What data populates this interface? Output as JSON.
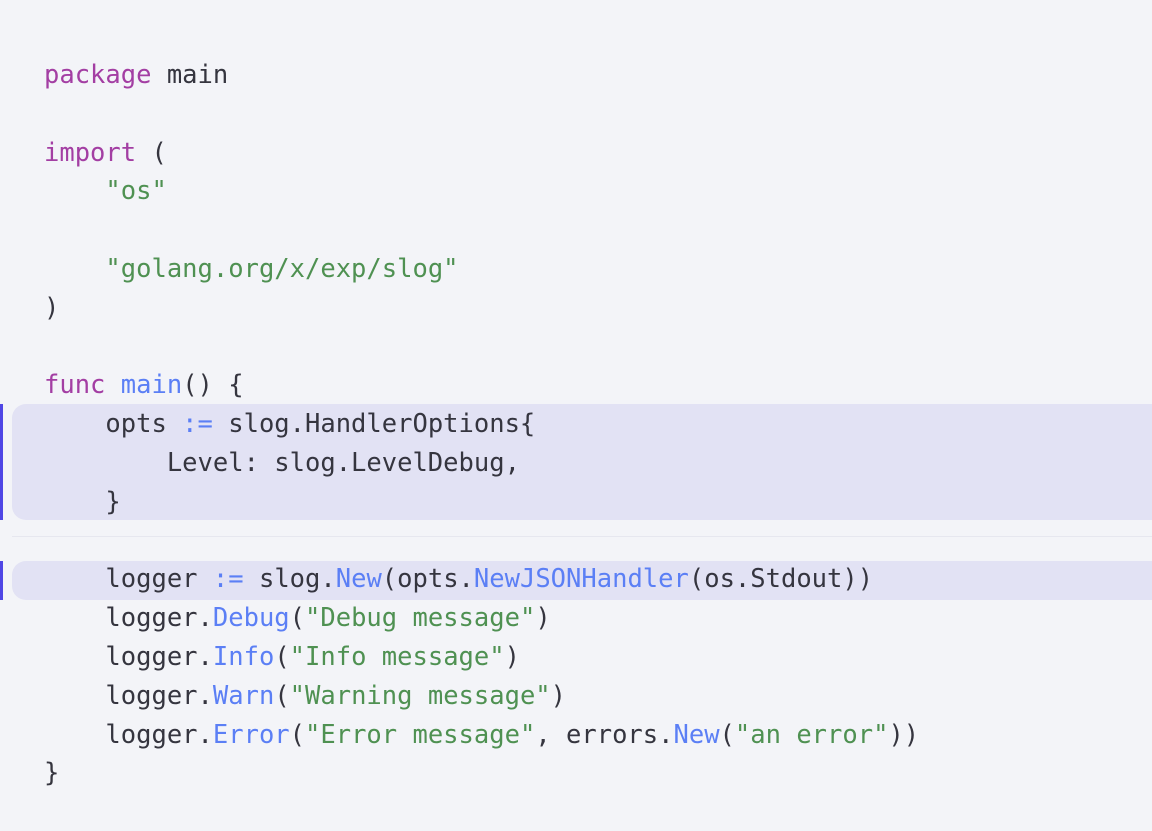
{
  "editor": {
    "language": "go",
    "theme_background": "#f3f4f8",
    "colors": {
      "background": "#f3f4f8",
      "plain_text": "#35353f",
      "keyword": "#a33ea3",
      "function": "#5b7ff5",
      "string": "#4f9152",
      "operator": "#5b7ff5",
      "highlight_background": "#e2e2f4",
      "highlight_bar": "#4f46e5",
      "divider": "#e6e7ef"
    }
  },
  "code": {
    "lines": [
      {
        "index": 1,
        "highlighted": false,
        "text": "package main",
        "tokens": [
          {
            "t": "package",
            "k": "keyword"
          },
          {
            "t": " main",
            "k": "plain"
          }
        ]
      },
      {
        "index": 2,
        "highlighted": false,
        "text": "",
        "tokens": [
          {
            "t": " ",
            "k": "plain"
          }
        ]
      },
      {
        "index": 3,
        "highlighted": false,
        "text": "import (",
        "tokens": [
          {
            "t": "import",
            "k": "keyword"
          },
          {
            "t": " (",
            "k": "plain"
          }
        ]
      },
      {
        "index": 4,
        "highlighted": false,
        "text": "    \"os\"",
        "tokens": [
          {
            "t": "    ",
            "k": "plain"
          },
          {
            "t": "\"os\"",
            "k": "string"
          }
        ]
      },
      {
        "index": 5,
        "highlighted": false,
        "text": "",
        "tokens": [
          {
            "t": " ",
            "k": "plain"
          }
        ]
      },
      {
        "index": 6,
        "highlighted": false,
        "text": "    \"golang.org/x/exp/slog\"",
        "tokens": [
          {
            "t": "    ",
            "k": "plain"
          },
          {
            "t": "\"golang.org/x/exp/slog\"",
            "k": "string"
          }
        ]
      },
      {
        "index": 7,
        "highlighted": false,
        "text": ")",
        "tokens": [
          {
            "t": ")",
            "k": "plain"
          }
        ]
      },
      {
        "index": 8,
        "highlighted": false,
        "text": "",
        "tokens": [
          {
            "t": " ",
            "k": "plain"
          }
        ]
      },
      {
        "index": 9,
        "highlighted": false,
        "text": "func main() {",
        "tokens": [
          {
            "t": "func",
            "k": "keyword"
          },
          {
            "t": " ",
            "k": "plain"
          },
          {
            "t": "main",
            "k": "func"
          },
          {
            "t": "() {",
            "k": "plain"
          }
        ]
      },
      {
        "index": 10,
        "highlighted": true,
        "text": "    opts := slog.HandlerOptions{",
        "tokens": [
          {
            "t": "    opts ",
            "k": "plain"
          },
          {
            "t": ":=",
            "k": "op"
          },
          {
            "t": " slog.HandlerOptions{",
            "k": "plain"
          }
        ]
      },
      {
        "index": 11,
        "highlighted": true,
        "text": "        Level: slog.LevelDebug,",
        "tokens": [
          {
            "t": "        Level: slog.LevelDebug,",
            "k": "plain"
          }
        ]
      },
      {
        "index": 12,
        "highlighted": true,
        "text": "    }",
        "tokens": [
          {
            "t": "    }",
            "k": "plain"
          }
        ]
      },
      {
        "index": 13,
        "highlighted": false,
        "text": "",
        "tokens": [
          {
            "t": " ",
            "k": "plain"
          }
        ]
      },
      {
        "index": 14,
        "highlighted": true,
        "text": "    logger := slog.New(opts.NewJSONHandler(os.Stdout))",
        "tokens": [
          {
            "t": "    logger ",
            "k": "plain"
          },
          {
            "t": ":=",
            "k": "op"
          },
          {
            "t": " slog.",
            "k": "plain"
          },
          {
            "t": "New",
            "k": "func"
          },
          {
            "t": "(opts.",
            "k": "plain"
          },
          {
            "t": "NewJSONHandler",
            "k": "func"
          },
          {
            "t": "(os.Stdout))",
            "k": "plain"
          }
        ]
      },
      {
        "index": 15,
        "highlighted": false,
        "text": "    logger.Debug(\"Debug message\")",
        "tokens": [
          {
            "t": "    logger.",
            "k": "plain"
          },
          {
            "t": "Debug",
            "k": "func"
          },
          {
            "t": "(",
            "k": "plain"
          },
          {
            "t": "\"Debug message\"",
            "k": "string"
          },
          {
            "t": ")",
            "k": "plain"
          }
        ]
      },
      {
        "index": 16,
        "highlighted": false,
        "text": "    logger.Info(\"Info message\")",
        "tokens": [
          {
            "t": "    logger.",
            "k": "plain"
          },
          {
            "t": "Info",
            "k": "func"
          },
          {
            "t": "(",
            "k": "plain"
          },
          {
            "t": "\"Info message\"",
            "k": "string"
          },
          {
            "t": ")",
            "k": "plain"
          }
        ]
      },
      {
        "index": 17,
        "highlighted": false,
        "text": "    logger.Warn(\"Warning message\")",
        "tokens": [
          {
            "t": "    logger.",
            "k": "plain"
          },
          {
            "t": "Warn",
            "k": "func"
          },
          {
            "t": "(",
            "k": "plain"
          },
          {
            "t": "\"Warning message\"",
            "k": "string"
          },
          {
            "t": ")",
            "k": "plain"
          }
        ]
      },
      {
        "index": 18,
        "highlighted": false,
        "text": "    logger.Error(\"Error message\", errors.New(\"an error\"))",
        "tokens": [
          {
            "t": "    logger.",
            "k": "plain"
          },
          {
            "t": "Error",
            "k": "func"
          },
          {
            "t": "(",
            "k": "plain"
          },
          {
            "t": "\"Error message\"",
            "k": "string"
          },
          {
            "t": ", errors.",
            "k": "plain"
          },
          {
            "t": "New",
            "k": "func"
          },
          {
            "t": "(",
            "k": "plain"
          },
          {
            "t": "\"an error\"",
            "k": "string"
          },
          {
            "t": "))",
            "k": "plain"
          }
        ]
      },
      {
        "index": 19,
        "highlighted": false,
        "text": "}",
        "tokens": [
          {
            "t": "}",
            "k": "plain"
          }
        ]
      }
    ]
  }
}
